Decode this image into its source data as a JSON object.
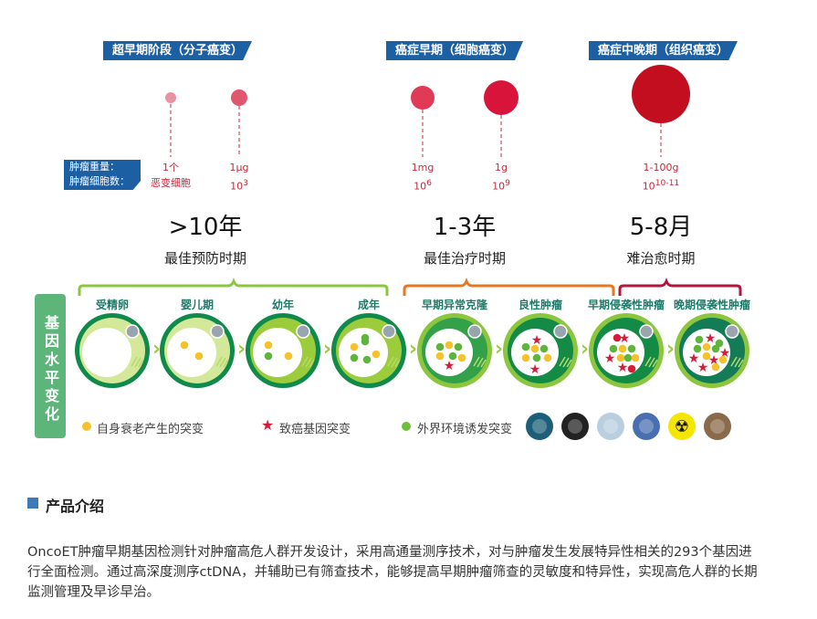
{
  "stages_top": [
    {
      "badge": "超早期阶段（分子癌变）",
      "big": ">10年",
      "sub": "最佳预防时期"
    },
    {
      "badge": "癌症早期（细胞癌变）",
      "big": "1-3年",
      "sub": "最佳治疗时期"
    },
    {
      "badge": "癌症中晚期（组织癌变）",
      "big": "5-8月",
      "sub": "难治愈时期"
    }
  ],
  "tumor_label": {
    "line1": "肿瘤重量：",
    "line2": "肿瘤细胞数："
  },
  "points": [
    {
      "weight": "1个",
      "count": "恶变细胞",
      "exp": ""
    },
    {
      "weight": "1μg",
      "count": "10",
      "exp": "3"
    },
    {
      "weight": "1mg",
      "count": "10",
      "exp": "6"
    },
    {
      "weight": "1g",
      "count": "10",
      "exp": "9"
    },
    {
      "weight": "1-100g",
      "count": "10",
      "exp": "10-11"
    }
  ],
  "side_label": "基因水平变化",
  "cells": [
    "受精卵",
    "婴儿期",
    "幼年",
    "成年",
    "早期异常克隆",
    "良性肿瘤",
    "早期侵袭性肿瘤",
    "晚期侵袭性肿瘤"
  ],
  "legend": {
    "yellow": "自身衰老产生的突变",
    "star": "致癌基因突变",
    "green": "外界环境诱发突变"
  },
  "env_icons": [
    "virus-icon",
    "cigarette-icon",
    "chemical-lab-icon",
    "pills-icon",
    "radiation-icon",
    "pollution-icon"
  ],
  "colors": {
    "blue": "#1d5fa3",
    "green": "#8cc63f",
    "orange": "#e87722",
    "crimson": "#b0173a"
  },
  "section": {
    "title": "产品介绍"
  },
  "paragraph": "OncoET肿瘤早期基因检测针对肿瘤高危人群开发设计，采用高通量测序技术，对与肿瘤发生发展特异性相关的293个基因进行全面检测。通过高深度测序ctDNA，并辅助已有筛查技术，能够提高早期肿瘤筛查的灵敏度和特异性，实现高危人群的长期监测管理及早诊早治。"
}
